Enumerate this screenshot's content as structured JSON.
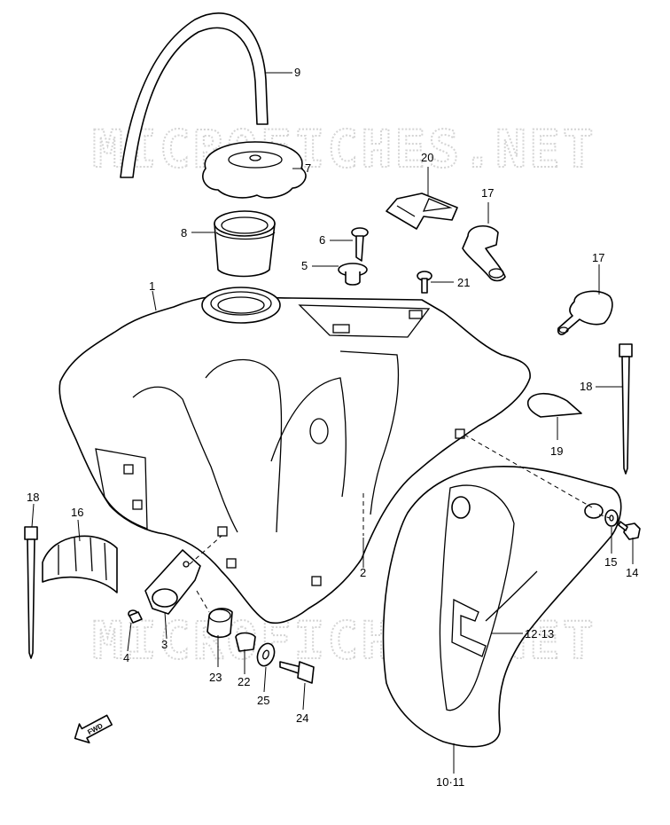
{
  "watermark": {
    "top": "MICROFICHES.NET",
    "bottom": "MICROFICHES.NET"
  },
  "fwd_label": "FWD",
  "callouts": {
    "c1": "1",
    "c2": "2",
    "c3": "3",
    "c4": "4",
    "c5": "5",
    "c6": "6",
    "c7": "7",
    "c8": "8",
    "c9": "9",
    "c10_11": "10·11",
    "c12_13": "12·13",
    "c14": "14",
    "c15": "15",
    "c16": "16",
    "c17a": "17",
    "c17b": "17",
    "c18a": "18",
    "c18b": "18",
    "c19": "19",
    "c20": "20",
    "c21": "21",
    "c22": "22",
    "c23": "23",
    "c24": "24",
    "c25": "25"
  },
  "colors": {
    "ink": "#000000",
    "watermark": "#d4d4d4",
    "paper": "#ffffff"
  }
}
